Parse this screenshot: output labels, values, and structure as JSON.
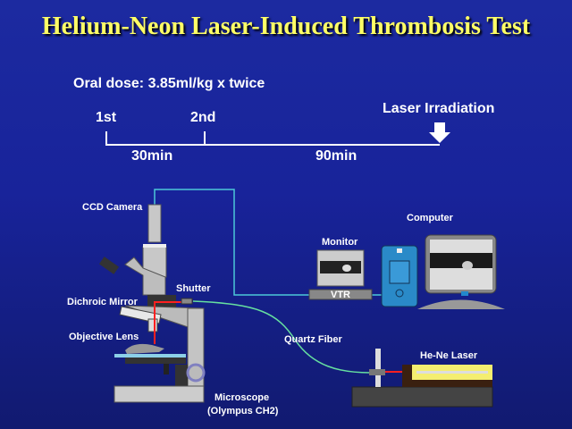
{
  "title": "Helium-Neon Laser-Induced Thrombosis Test",
  "dose": "Oral dose: 3.85ml/kg x twice",
  "timeline": {
    "first": "1st",
    "second": "2nd",
    "irradiation": "Laser Irradiation",
    "interval1": "30min",
    "interval2": "90min"
  },
  "labels": {
    "ccd_camera": "CCD Camera",
    "shutter": "Shutter",
    "dichroic_mirror": "Dichroic Mirror",
    "objective_lens": "Objective Lens",
    "microscope": "Microscope",
    "microscope_model": "(Olympus CH2)",
    "monitor": "Monitor",
    "vtr": "VTR",
    "computer": "Computer",
    "quartz_fiber": "Quartz Fiber",
    "laser": "He-Ne Laser"
  }
}
